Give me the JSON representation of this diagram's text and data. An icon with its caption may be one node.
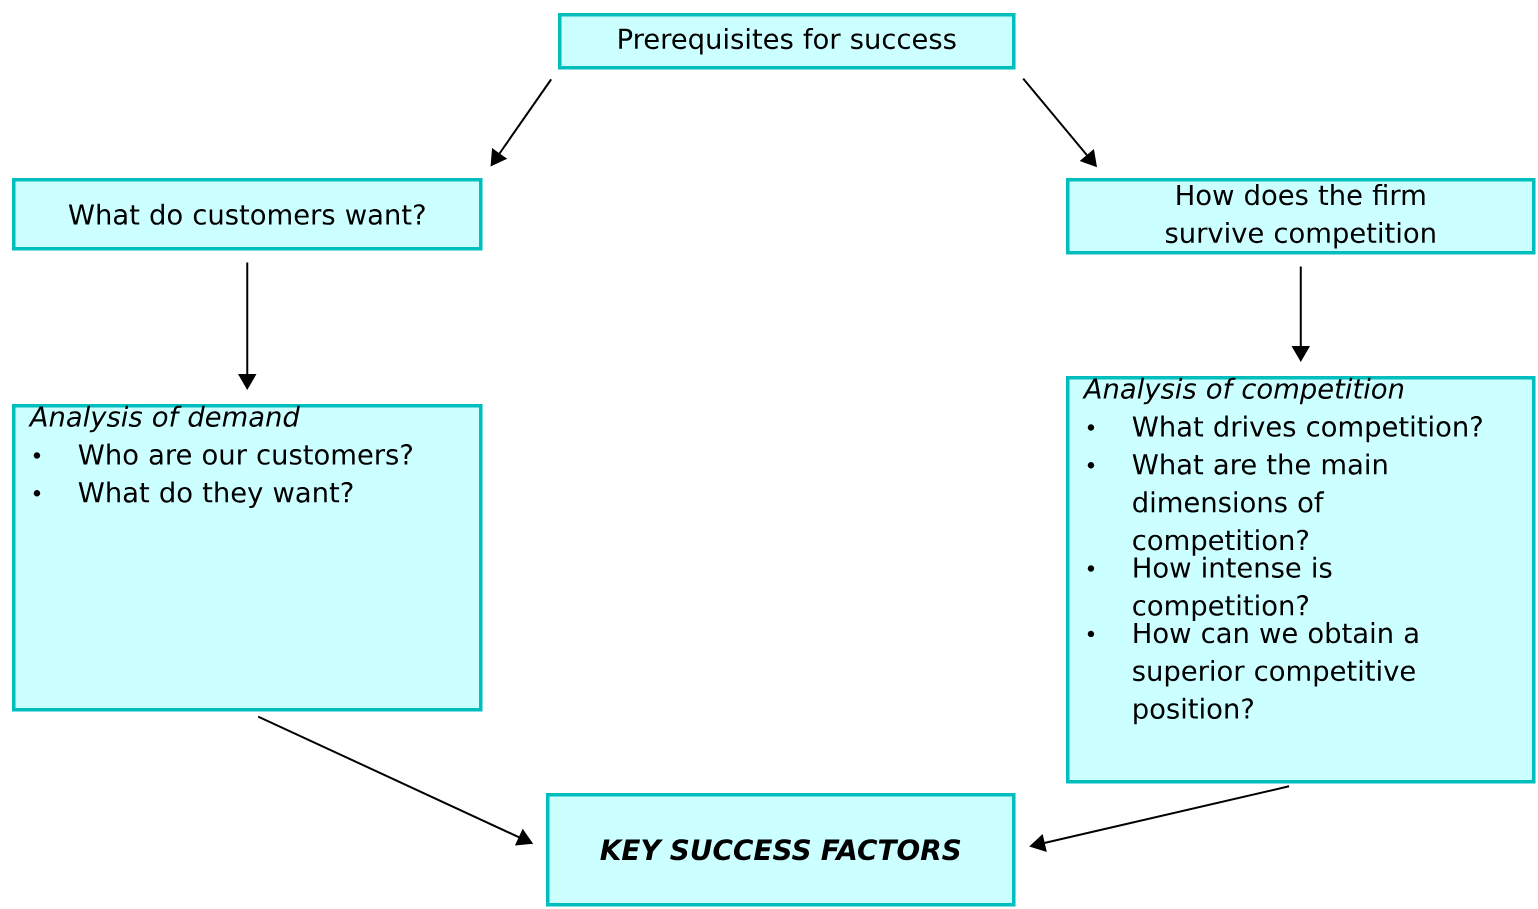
{
  "diagram": {
    "nodes": [
      {
        "text": [
          "Prerequisites for success"
        ]
      },
      {
        "text": [
          "What do customers want?"
        ]
      },
      {
        "text": [
          "How does the firm survive competition"
        ]
      },
      {
        "text": [
          "Analysis of demand",
          "Who are our customers?",
          "What do they want?"
        ]
      },
      {
        "text": [
          "Analysis of competition",
          "What drives competition?",
          "What are the main dimensions of competition?",
          "How intense is competition?",
          "How can we obtain a superior competitive position?"
        ]
      },
      {
        "text": [
          "KEY SUCCESS FACTORS"
        ]
      }
    ],
    "edges": [
      {
        "from": 0,
        "to": 1,
        "arrow": "to"
      },
      {
        "from": 0,
        "to": 2,
        "arrow": "to"
      },
      {
        "from": 1,
        "to": 3,
        "arrow": "to"
      },
      {
        "from": 2,
        "to": 4,
        "arrow": "to"
      },
      {
        "from": 3,
        "to": 5,
        "arrow": "to"
      },
      {
        "from": 4,
        "to": 5,
        "arrow": "to"
      }
    ]
  }
}
